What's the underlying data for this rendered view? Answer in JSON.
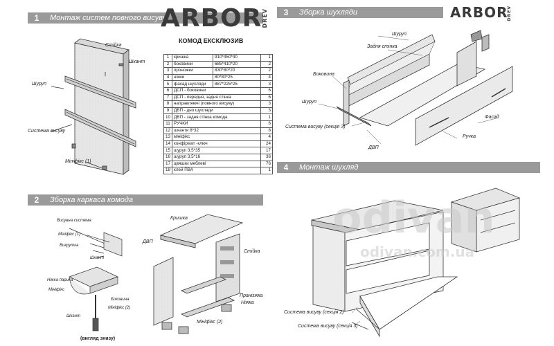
{
  "sections": [
    {
      "num": "1",
      "title": "Монтаж систем повного висуву"
    },
    {
      "num": "2",
      "title": "Зборка каркаса комода"
    },
    {
      "num": "3",
      "title": "Зборка шухляди"
    },
    {
      "num": "4",
      "title": "Монтаж шухляд"
    }
  ],
  "brand": {
    "name": "ARBOR",
    "sub": "DREV"
  },
  "table": {
    "title": "КОМОД ЕКСКЛЮЗИВ",
    "rows": [
      {
        "n": "1",
        "name": "кришка",
        "dim": "910*450*40",
        "q": "1"
      },
      {
        "n": "2",
        "name": "боковини",
        "dim": "685*410*20",
        "q": "2"
      },
      {
        "n": "3",
        "name": "проножки",
        "dim": "830*80*20",
        "q": "2"
      },
      {
        "n": "4",
        "name": "ніжки",
        "dim": "80*80*25",
        "q": "4"
      },
      {
        "n": "5",
        "name": "фасад шухляди",
        "dim": "887*225*25",
        "q": "3"
      },
      {
        "n": "6",
        "name": "ДСП - боковини",
        "dim": "",
        "q": "6"
      },
      {
        "n": "7",
        "name": "ДСП - передня, задня стінка",
        "dim": "",
        "q": "6"
      },
      {
        "n": "8",
        "name": "направляючі (повного висуву)",
        "dim": "",
        "q": "3"
      },
      {
        "n": "9",
        "name": "ДВП - дно шухляди",
        "dim": "",
        "q": "3"
      },
      {
        "n": "10",
        "name": "ДВП - задня стінка комода",
        "dim": "",
        "q": "1"
      },
      {
        "n": "11",
        "name": "РУЧКИ",
        "dim": "",
        "q": "6"
      },
      {
        "n": "12",
        "name": "шканти 8*32",
        "dim": "",
        "q": "8"
      },
      {
        "n": "13",
        "name": "мініфікс",
        "dim": "",
        "q": "4"
      },
      {
        "n": "14",
        "name": "конфірмат -ключ",
        "dim": "",
        "q": "24"
      },
      {
        "n": "15",
        "name": "шуруп 3,5*35",
        "dim": "",
        "q": "17"
      },
      {
        "n": "16",
        "name": "шуруп 3,5*16",
        "dim": "",
        "q": "36"
      },
      {
        "n": "17",
        "name": "цвяшки меблеві",
        "dim": "",
        "q": "76"
      },
      {
        "n": "18",
        "name": "клей ПВА",
        "dim": "",
        "q": "1"
      }
    ]
  },
  "labels": {
    "s1_stiyka": "Стійка",
    "s1_shkant": "Шкант",
    "s1_shurup": "Шуруп",
    "s1_systema": "Система висуву",
    "s1_minifiks": "Мініфікс (1)",
    "s2_vysuvna": "Висувна система",
    "s2_minifiks1": "Мініфікс (1)",
    "s2_vykrutka": "Викрутка",
    "s2_shkant": "Шкант",
    "s2_nizhka_parkan": "Ніжка парика",
    "s2_minifiks_a": "Мініфікс",
    "s2_bokovyna": "Боковина",
    "s2_minifiks2": "Мініфікс (2)",
    "s2_shkant2": "Шкант",
    "s2_vyglyad": "(вигляд знизу)",
    "s2_kryshka": "Кришка",
    "s2_dvp": "ДВП",
    "s2_stiyka": "Стійка",
    "s2_pranizhka": "Пранізжка",
    "s2_nizhka": "Ніжка",
    "s2_minifiks_b": "Мініфікс (2)",
    "s3_shurup_top": "Шуруп",
    "s3_zadnya": "Задня стінка",
    "s3_bokovyna": "Боковина",
    "s3_shurup_left": "Шуруп",
    "s3_systema": "Система висуву (секція 3)",
    "s3_dvp": "ДВП",
    "s3_fasad": "Фасад",
    "s3_ruchka": "Ручка",
    "s4_sys2": "Система висуву (секція 2)",
    "s4_sys3": "Система висуву (секція 3)"
  },
  "watermark": {
    "big": "odivan",
    "small": "odivan.com.ua"
  }
}
